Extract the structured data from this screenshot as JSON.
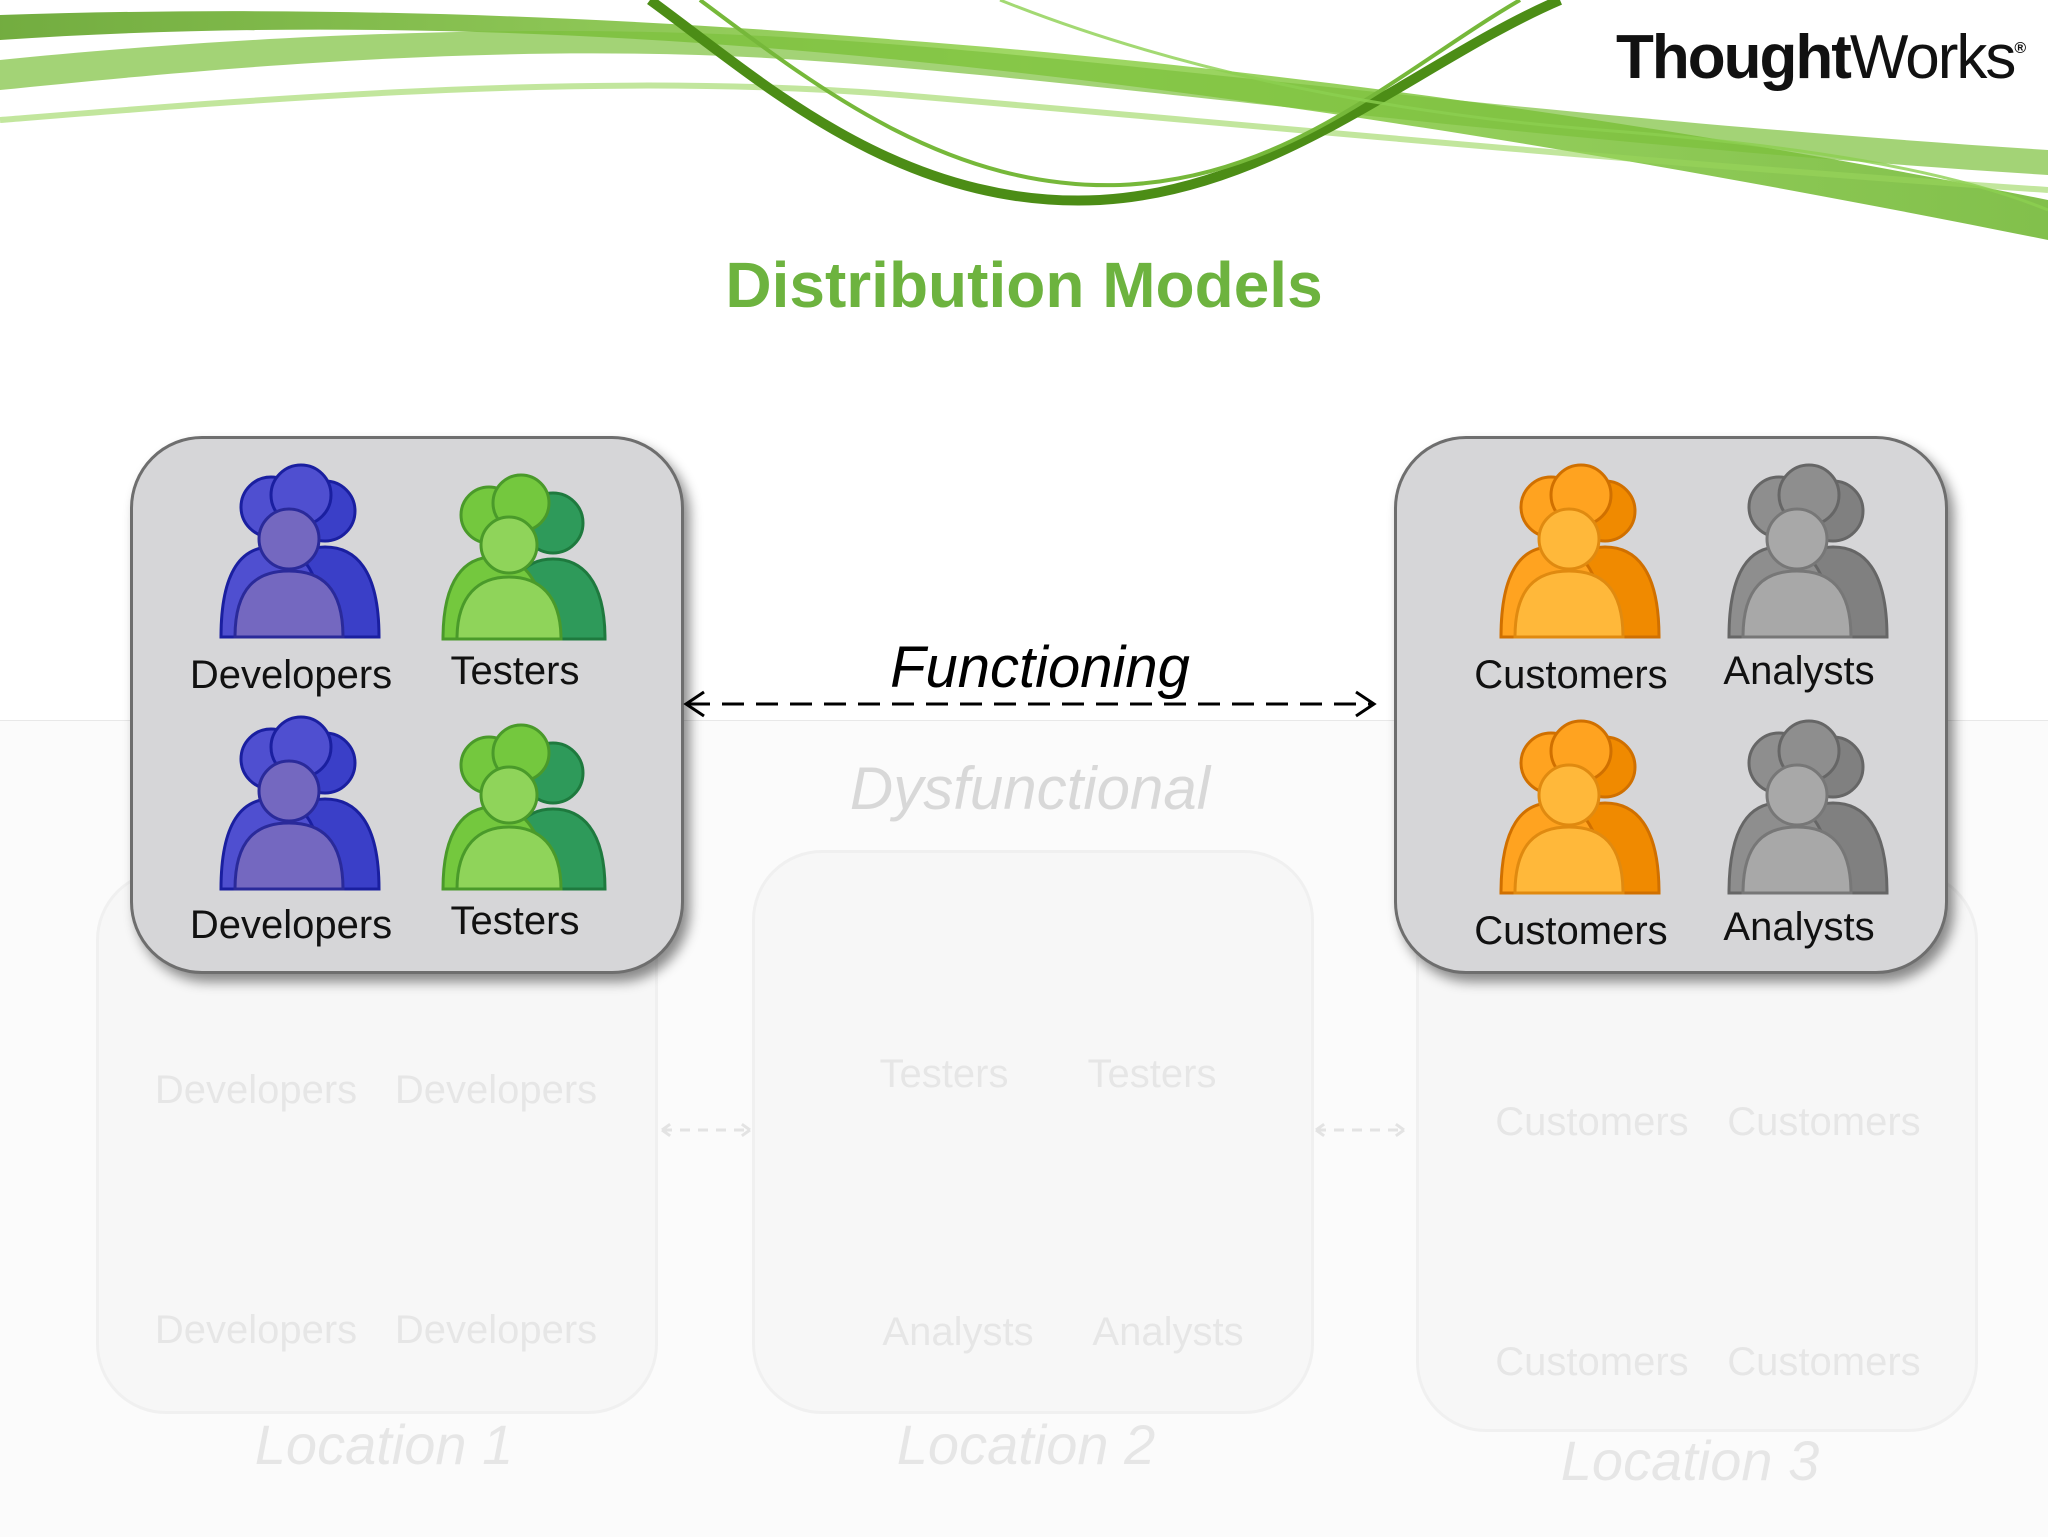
{
  "header": {
    "logo_bold": "Thought",
    "logo_light": "Works",
    "logo_mark": "®"
  },
  "slide": {
    "title": "Distribution Models",
    "functioning_label": "Functioning",
    "dysfunctional_label": "Dysfunctional"
  },
  "left_team": {
    "groups": [
      {
        "label": "Developers",
        "icon": "people-group-blue-icon"
      },
      {
        "label": "Testers",
        "icon": "people-group-green-icon"
      },
      {
        "label": "Developers",
        "icon": "people-group-blue-icon"
      },
      {
        "label": "Testers",
        "icon": "people-group-green-icon"
      }
    ]
  },
  "right_team": {
    "groups": [
      {
        "label": "Customers",
        "icon": "people-group-orange-icon"
      },
      {
        "label": "Analysts",
        "icon": "people-group-gray-icon"
      },
      {
        "label": "Customers",
        "icon": "people-group-orange-icon"
      },
      {
        "label": "Analysts",
        "icon": "people-group-gray-icon"
      }
    ]
  },
  "faded_locations": [
    {
      "name": "Location 1",
      "groups": [
        "Developers",
        "Developers",
        "Developers",
        "Developers"
      ]
    },
    {
      "name": "Location 2",
      "groups": [
        "Testers",
        "Testers",
        "Analysts",
        "Analysts"
      ]
    },
    {
      "name": "Location 3",
      "groups": [
        "Customers",
        "Customers",
        "Customers",
        "Customers"
      ]
    }
  ],
  "colors": {
    "title_green": "#6db33f",
    "developers_blue": "#3a3fc8",
    "testers_green": "#7fcf4a",
    "customers_orange": "#f9a81b",
    "analysts_gray": "#9a9a9a"
  }
}
